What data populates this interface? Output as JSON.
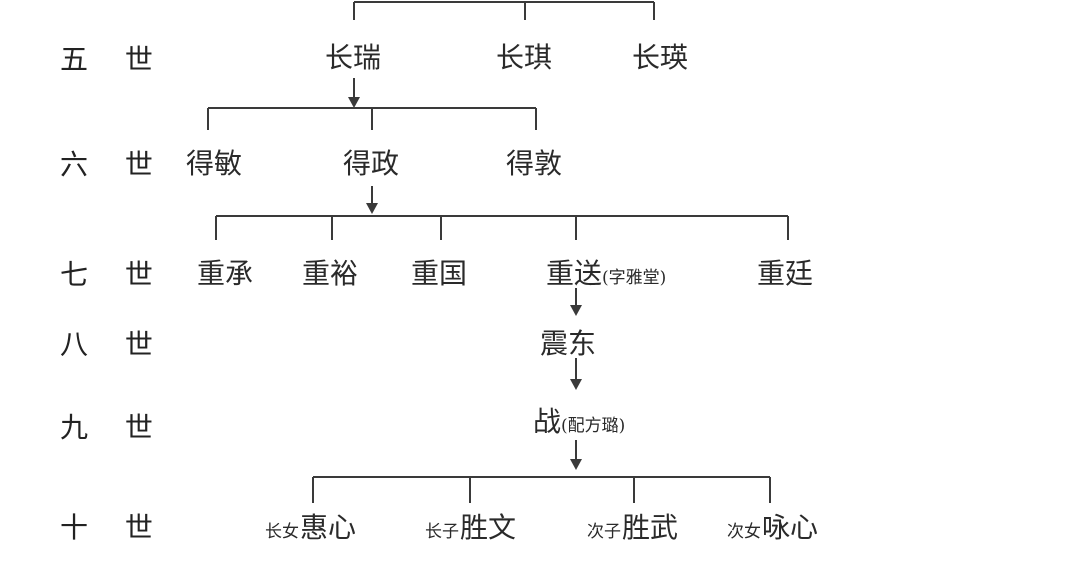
{
  "generations": [
    {
      "label": "五 世"
    },
    {
      "label": "六 世"
    },
    {
      "label": "七 世"
    },
    {
      "label": "八 世"
    },
    {
      "label": "九 世"
    },
    {
      "label": "十 世"
    }
  ],
  "gen5": {
    "a": "长瑞",
    "b": "长琪",
    "c": "长瑛"
  },
  "gen6": {
    "a": "得敏",
    "b": "得政",
    "c": "得敦"
  },
  "gen7": {
    "a": "重承",
    "b": "重裕",
    "c": "重国",
    "d": "重送",
    "d_note": "(字雅堂)",
    "e": "重廷"
  },
  "gen8": {
    "a": "震东"
  },
  "gen9": {
    "a": "战",
    "a_note": "(配方璐)"
  },
  "gen10": {
    "a_pre": "长女",
    "a": "惠心",
    "b_pre": "长子",
    "b": "胜文",
    "c_pre": "次子",
    "c": "胜武",
    "d_pre": "次女",
    "d": "咏心"
  }
}
